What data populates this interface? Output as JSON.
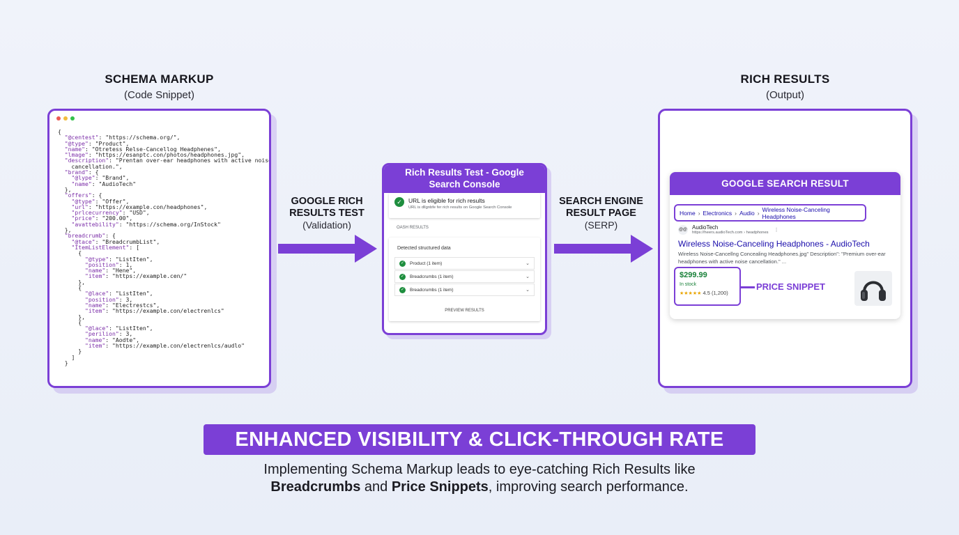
{
  "schema_col": {
    "title": "SCHEMA MARKUP",
    "subtitle": "(Code Snippet)"
  },
  "output_col": {
    "title": "RICH RESULTS",
    "subtitle": "(Output)"
  },
  "arrow_left": {
    "title_line1": "GOOGLE RICH",
    "title_line2": "RESULTS TEST",
    "subtitle": "(Validation)"
  },
  "arrow_right": {
    "title_line1": "SEARCH ENGINE",
    "title_line2": "RESULT PAGE",
    "subtitle": "(SERP)"
  },
  "code_lines": [
    "{",
    "  \"@centest\": \"https://schema.org/\",",
    "  \"@type\": \"Product\",",
    "  \"name\": \"Otretess Relse-Cancellog Headphenes\",",
    "  \"lmage\": \"https://esanptc.con/photos/headphones.jpg\",",
    "  \"description\": \"Prentan over-ear headphones with active noise",
    "    cancellation.\",",
    "  \"brand\": {",
    "    \"@lype\": \"Brand\",",
    "    \"name\": \"AudioTech\"",
    "  },",
    "  \"offers\": {",
    "    \"@type\": \"Offer\",",
    "    \"url\": \"https://example.con/headphones\",",
    "    \"prlcecurrency\": \"USD\",",
    "    \"price\": \"200.00\",",
    "    \"avattebility\": \"https://schema.org/InStock\"",
    "  },",
    "  \"breadcrumb\": {",
    "    \"@tace\": \"BreadcrumbList\",",
    "    \"ItemListElement\": [",
    "      {",
    "        \"@type\": \"ListIten\",",
    "        \"position\": 1,",
    "        \"name\": \"Hene\",",
    "        \"item\": \"https://example.cen/\"",
    "      },",
    "      {",
    "        \"@lace\": \"ListIten\",",
    "        \"position\": 3,",
    "        \"name\": \"Electrestcs\",",
    "        \"item\": \"https://example.con/electrenlcs\"",
    "      },",
    "      {",
    "        \"@lace\": \"ListIten\",",
    "        \"perilion\": 3,",
    "        \"name\": \"Aodte\",",
    "        \"item\": \"https://example.con/electrenlcs/audlo\"",
    "      }",
    "    ]",
    "  }"
  ],
  "rrt": {
    "header": "Rich Results Test - Google Search Console",
    "eligible": "URL is eligible for rich results",
    "eligible_sub": "URL is dllgnbfe fer rich results on Google Search Console",
    "tab": "OASH RESULTS",
    "detected": "Detected structured data",
    "items": [
      {
        "label": "Product (1 item)"
      },
      {
        "label": "Breadcrumbs (1 item)"
      },
      {
        "label": "Breadcrumbs (1 item)"
      }
    ],
    "preview": "PREVIEW RESULTS"
  },
  "gsr": {
    "header": "GOOGLE SEARCH RESULT",
    "breadcrumbs": [
      "Home",
      "Electronics",
      "Audio",
      "Wireless Noise-Canceling Headphones"
    ],
    "site_name": "AudioTech",
    "site_url": "https://heers.audioTech.com › headphones",
    "favicon": "@@",
    "title": "Wireless Noise-Canceling Headphones - AudioTech",
    "snippet": "Wireless Noise-Cancellng Concealing Headphones.jpg\" Description\": \"Premium over-ear headphones with active noise cancellation.\" ...",
    "price": "$299.99",
    "stock": "In stock",
    "stars": "★★★★★",
    "rating": "4.5 (1,200)",
    "price_label": "PRICE SNIPPET"
  },
  "banner": "ENHANCED VISIBILITY & CLICK-THROUGH RATE",
  "description": {
    "part1": "Implementing Schema Markup leads to eye-catching Rich Results like",
    "bold1": "Breadcrumbs",
    "and": " and ",
    "bold2": "Price Snippets",
    "part2": ", improving search performance."
  },
  "colors": {
    "accent": "#7b3fd6",
    "check": "#1e8e3e",
    "price": "#188038",
    "link": "#1a0dab"
  }
}
